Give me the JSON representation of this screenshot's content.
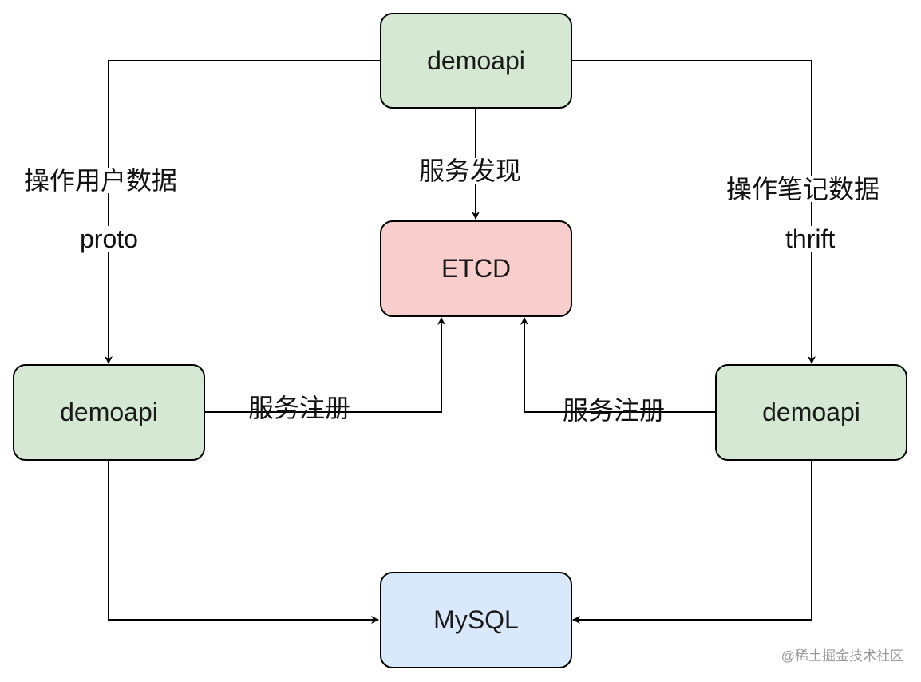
{
  "nodes": {
    "top": "demoapi",
    "etcd": "ETCD",
    "left": "demoapi",
    "right": "demoapi",
    "mysql": "MySQL"
  },
  "labels": {
    "discovery": "服务发现",
    "user_ops": "操作用户数据",
    "proto": "proto",
    "note_ops": "操作笔记数据",
    "thrift": "thrift",
    "register_left": "服务注册",
    "register_right": "服务注册"
  },
  "colors": {
    "green_fill": "#d5e8d4",
    "red_fill": "#f8cecc",
    "blue_fill": "#dae8fc",
    "stroke": "#000000"
  },
  "watermark": "@稀土掘金技术社区"
}
